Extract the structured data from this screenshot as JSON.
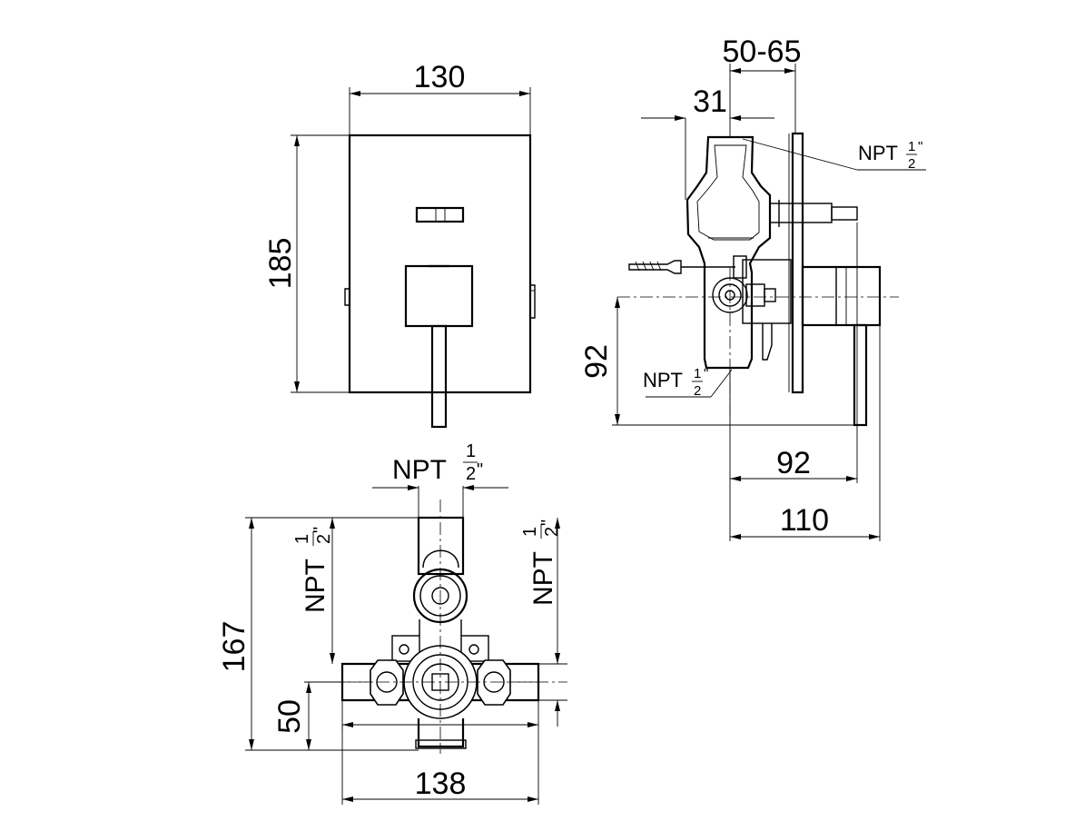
{
  "drawing": {
    "front_view": {
      "width_dim": "130",
      "height_dim": "185"
    },
    "side_view": {
      "depth_range_dim": "50-65",
      "offset_dim": "31",
      "outlet_height_dim": "92",
      "lever_dim": "92",
      "overall_depth_dim": "110",
      "npt_top": {
        "prefix": "NPT",
        "num": "1",
        "den": "2",
        "suffix": "\""
      },
      "npt_bottom": {
        "prefix": "NPT",
        "num": "1",
        "den": "2",
        "suffix": "\""
      }
    },
    "valve_view": {
      "npt_top": {
        "prefix": "NPT",
        "num": "1",
        "den": "2",
        "suffix": "\""
      },
      "npt_left": {
        "prefix": "NPT",
        "num": "1",
        "den": "2",
        "suffix": "\""
      },
      "npt_right": {
        "prefix": "NPT",
        "num": "1",
        "den": "2",
        "suffix": "\""
      },
      "height_dim": "167",
      "port_dim": "50",
      "width_dim": "138"
    }
  }
}
